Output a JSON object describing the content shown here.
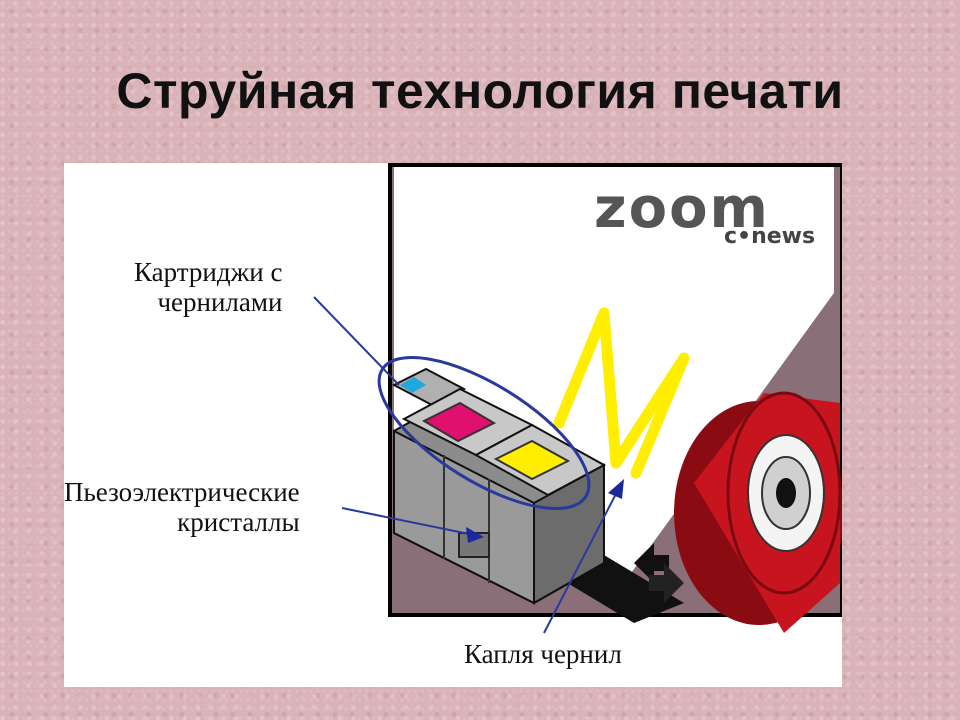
{
  "title": "Струйная технология печати",
  "labels": {
    "cartridges_line1": "Картриджи с",
    "cartridges_line2": "чернилами",
    "piezo_line1": "Пьезоэлектрические",
    "piezo_line2": "кристаллы",
    "drop": "Капля чернил"
  },
  "logo": {
    "main": "zoom",
    "sub": "c•news"
  },
  "printed_letter": "M",
  "colors": {
    "background": "#d9b3b8",
    "ink_magenta": "#e0106e",
    "ink_yellow": "#ffee00",
    "ink_cyan": "#1fa8e0",
    "annotation_line": "#2a3a9c",
    "roller_red": "#c8141e",
    "paper_frame": "#8a6e78"
  }
}
